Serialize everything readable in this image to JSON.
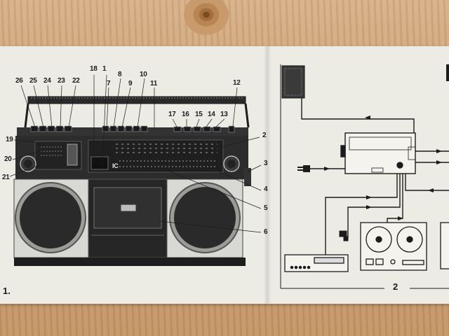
{
  "figure1": {
    "label": "1.",
    "callouts": [
      "1",
      "2",
      "3",
      "4",
      "5",
      "6",
      "7",
      "8",
      "9",
      "10",
      "11",
      "12",
      "13",
      "14",
      "15",
      "16",
      "17",
      "18",
      "19",
      "20",
      "21",
      "22",
      "23",
      "24",
      "25",
      "26"
    ],
    "radio_badge": "IC"
  },
  "figure2": {
    "label": "2"
  }
}
